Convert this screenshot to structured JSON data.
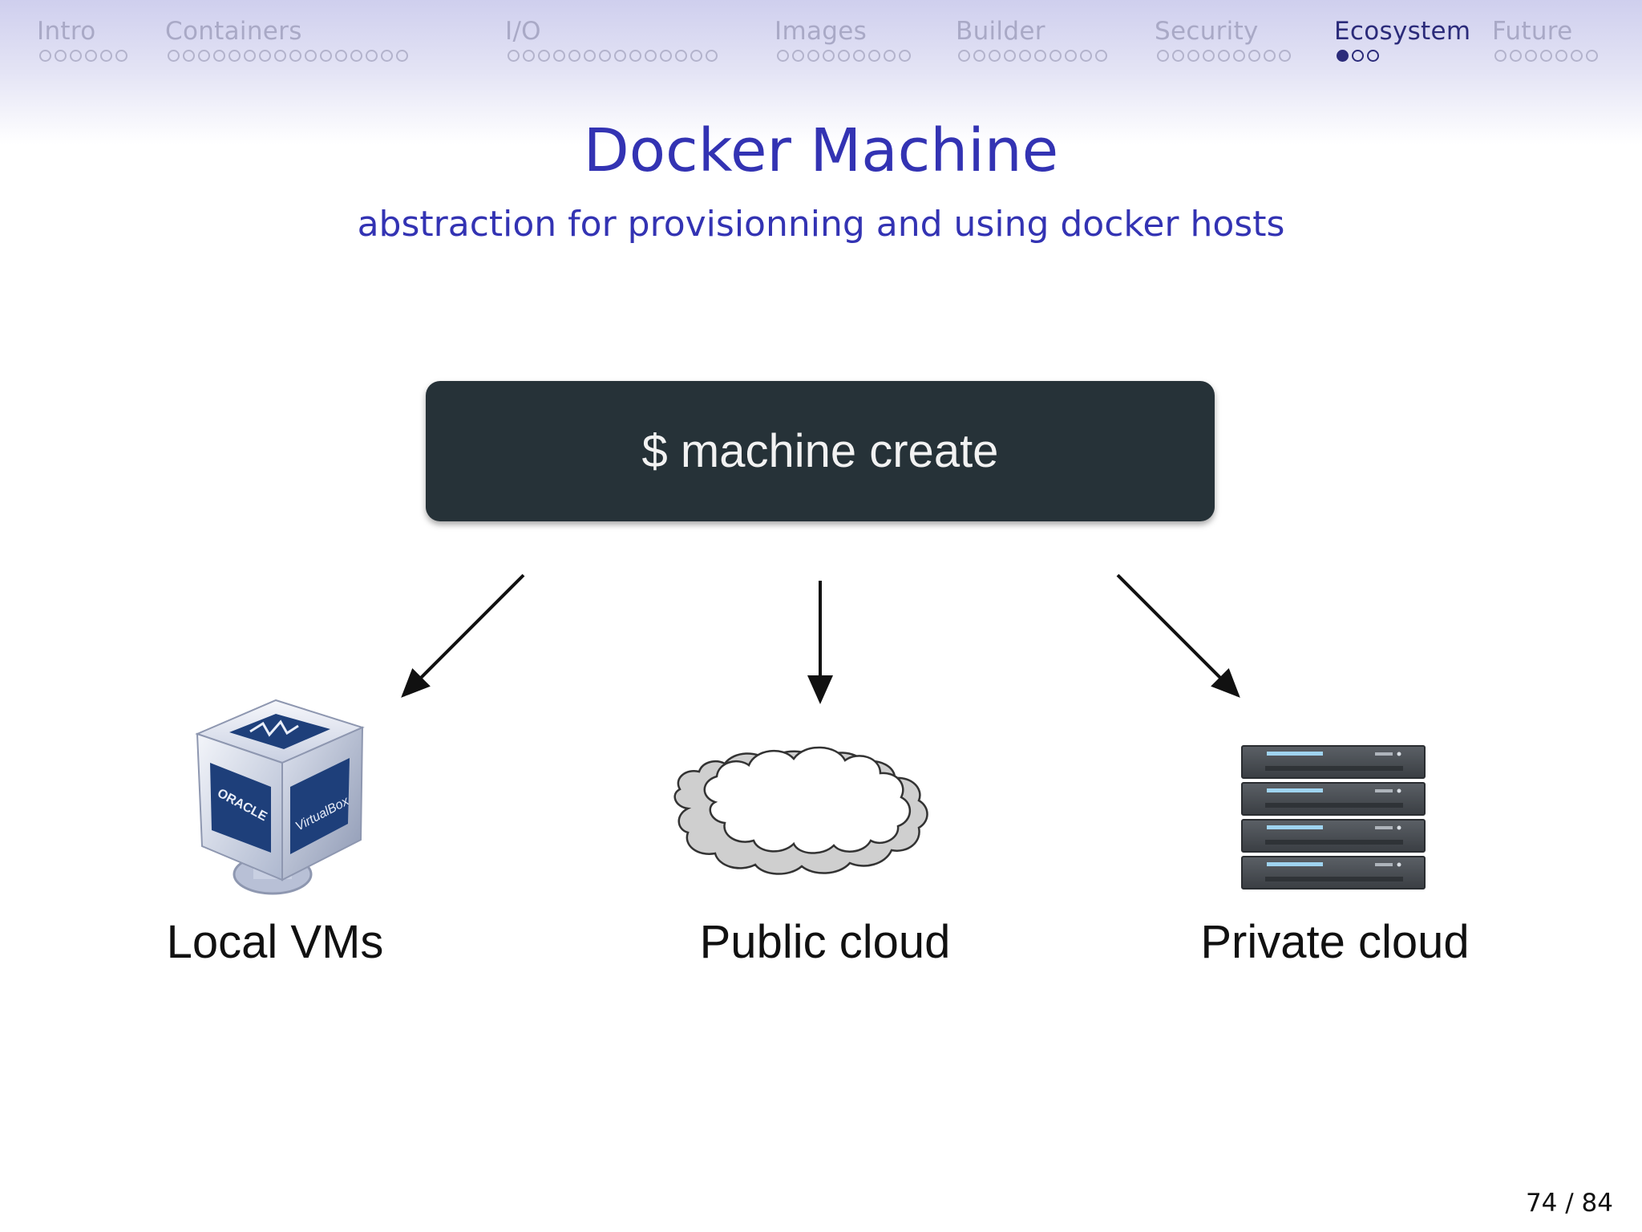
{
  "nav": {
    "sections": [
      {
        "label": "Intro",
        "dots": 6,
        "active": false,
        "filled": -1
      },
      {
        "label": "Containers",
        "dots": 16,
        "active": false,
        "filled": -1
      },
      {
        "label": "I/O",
        "dots": 14,
        "active": false,
        "filled": -1
      },
      {
        "label": "Images",
        "dots": 9,
        "active": false,
        "filled": -1
      },
      {
        "label": "Builder",
        "dots": 10,
        "active": false,
        "filled": -1
      },
      {
        "label": "Security",
        "dots": 9,
        "active": false,
        "filled": -1
      },
      {
        "label": "Ecosystem",
        "dots": 3,
        "active": true,
        "filled": 0
      },
      {
        "label": "Future",
        "dots": 7,
        "active": false,
        "filled": -1
      }
    ]
  },
  "slide": {
    "title": "Docker Machine",
    "subtitle": "abstraction for provisionning and using docker hosts"
  },
  "diagram": {
    "command": "$ machine create",
    "targets": [
      {
        "label": "Local VMs",
        "icon": "virtualbox-icon",
        "logo_text": [
          "ORACLE",
          "VirtualBox"
        ]
      },
      {
        "label": "Public cloud",
        "icon": "cloud-icon"
      },
      {
        "label": "Private cloud",
        "icon": "server-rack-icon"
      }
    ]
  },
  "footer": {
    "page": "74 / 84"
  },
  "colors": {
    "accent": "#3333b3",
    "nav_inactive": "#a9a9c6",
    "nav_active": "#2b2b7a",
    "command_box": "#263238"
  }
}
